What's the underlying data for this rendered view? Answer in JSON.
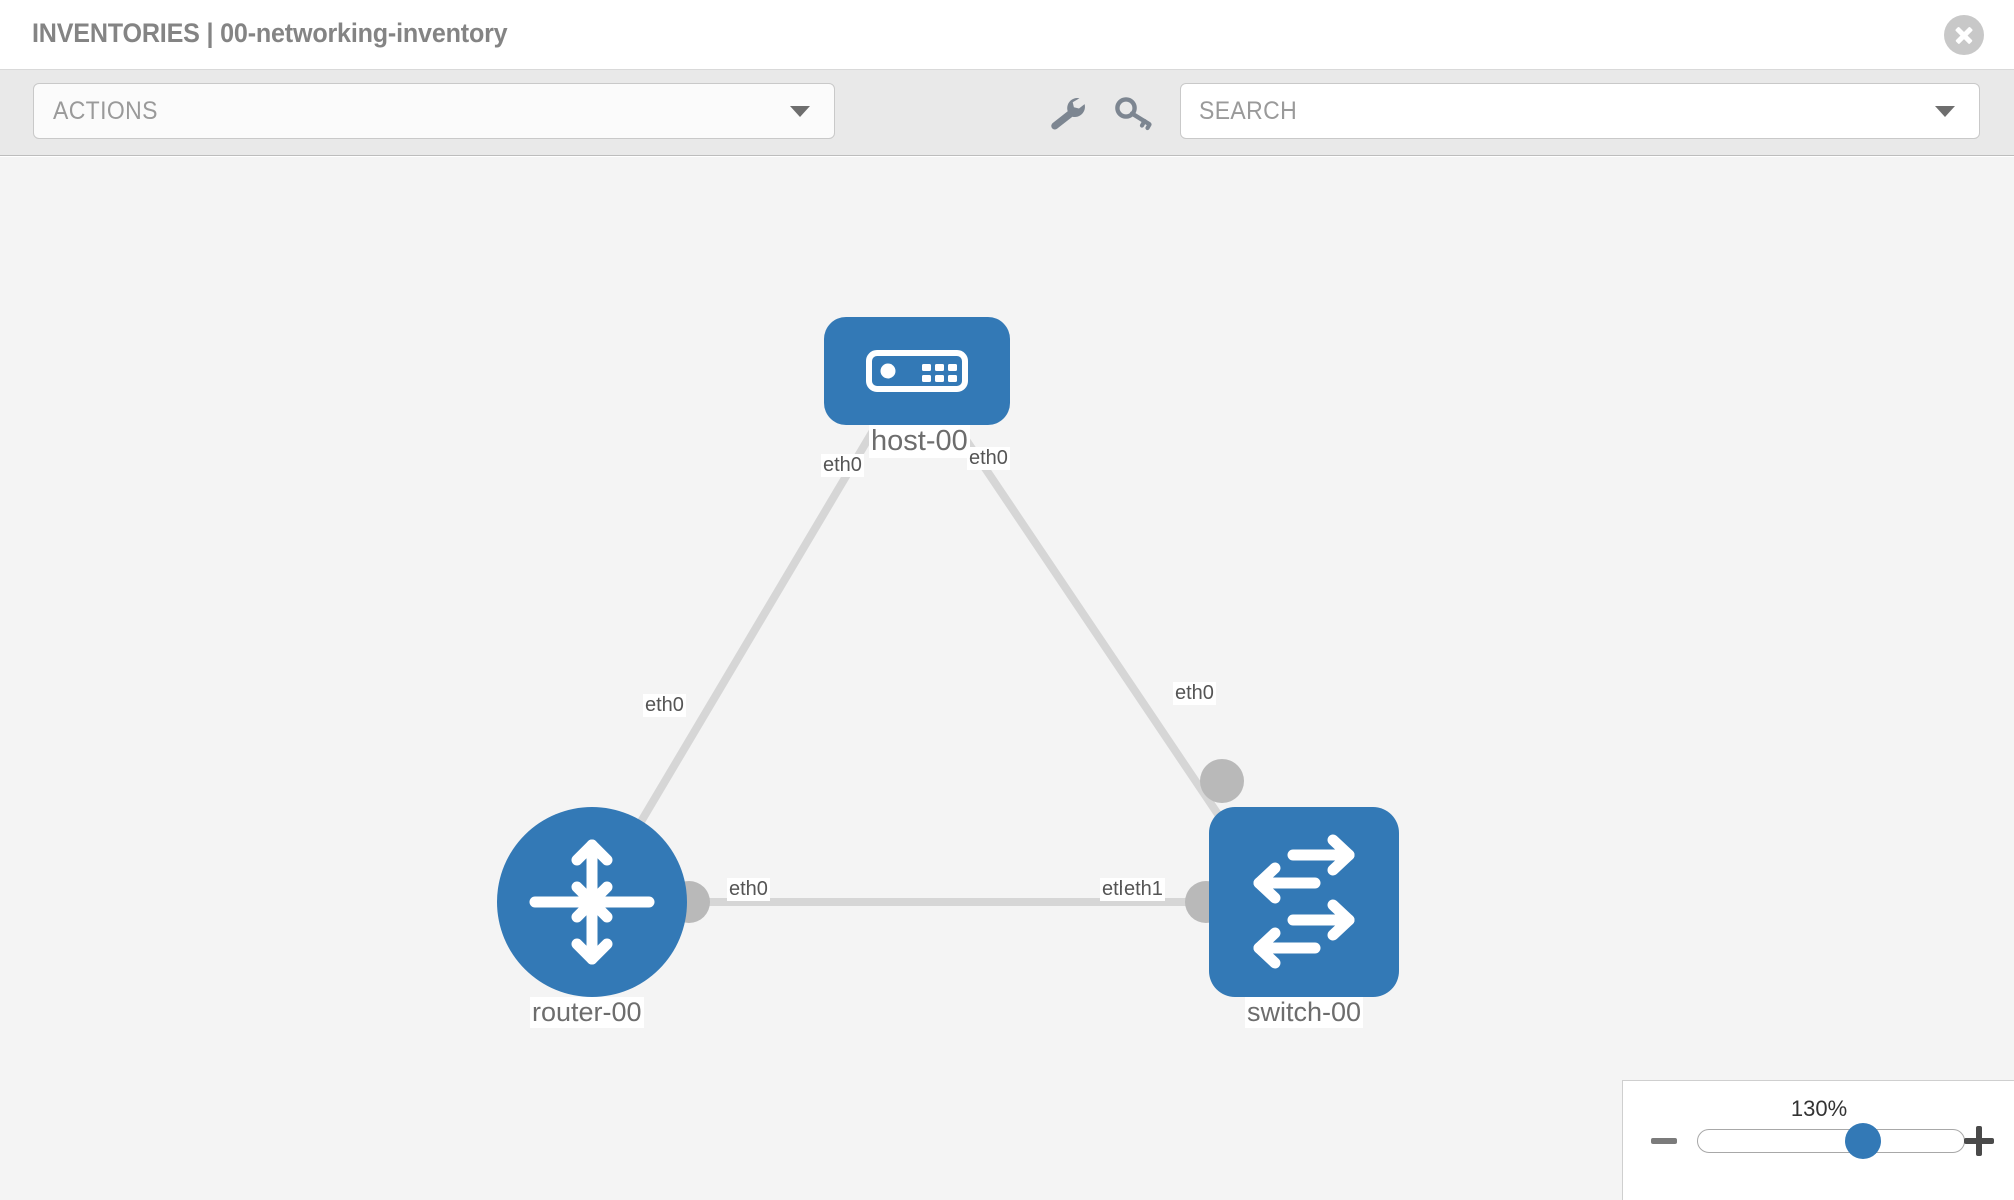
{
  "header": {
    "title": "INVENTORIES | 00-networking-inventory",
    "close_icon": "close-circle-icon"
  },
  "toolbar": {
    "actions_label": "ACTIONS",
    "actions_caret_icon": "chevron-down-icon",
    "wrench_icon": "wrench-icon",
    "key_icon": "key-icon",
    "search_placeholder": "SEARCH",
    "search_value": "",
    "search_caret_icon": "chevron-down-icon"
  },
  "topology": {
    "nodes": [
      {
        "id": "host-00",
        "label": "host-00",
        "icon": "server-icon",
        "shape": "rounded-rect",
        "color": "#3379b6"
      },
      {
        "id": "router-00",
        "label": "router-00",
        "icon": "router-arrows-icon",
        "shape": "circle",
        "color": "#3379b6"
      },
      {
        "id": "switch-00",
        "label": "switch-00",
        "icon": "switch-arrows-icon",
        "shape": "rounded-square",
        "color": "#3379b6"
      }
    ],
    "links": [
      {
        "from": "host-00",
        "to": "router-00",
        "from_port": "eth0",
        "to_port": "eth0"
      },
      {
        "from": "host-00",
        "to": "switch-00",
        "from_port": "eth0",
        "to_port": "eth0"
      },
      {
        "from": "router-00",
        "to": "switch-00",
        "from_port": "eth0",
        "to_port": "eth1"
      }
    ],
    "port_labels": {
      "host_left": "eth0",
      "host_right": "eth0",
      "router_up": "eth0",
      "switch_up": "eth0",
      "router_right": "eth0",
      "switch_left_under": "eth0",
      "switch_left_over": "eth1"
    },
    "link_color": "#d4d4d4",
    "connector_color": "#b9b9b9"
  },
  "zoom": {
    "level": "130%",
    "minus_label": "−",
    "plus_label": "+",
    "slider_percent": 62
  }
}
